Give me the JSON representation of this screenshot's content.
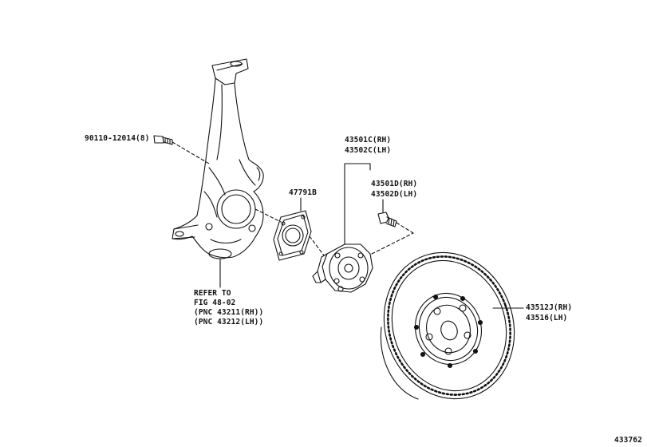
{
  "parts": {
    "bolt": "90110-12014(8)",
    "cover": "47791B",
    "hub_rh": "43501C(RH)",
    "hub_lh": "43502C(LH)",
    "stud_rh": "43501D(RH)",
    "stud_lh": "43502D(LH)",
    "disc_rh": "43512J(RH)",
    "disc_lh": "43516(LH)"
  },
  "knuckle_note": {
    "line1": "REFER TO",
    "line2": "FIG 48-02",
    "line3": "(PNC 43211(RH))",
    "line4": "(PNC 43212(LH))"
  },
  "figure_number": "433762"
}
